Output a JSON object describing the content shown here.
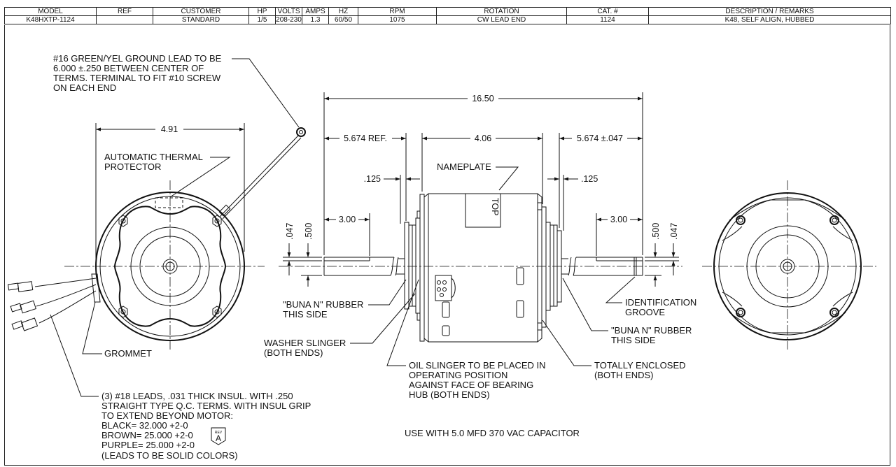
{
  "header": {
    "columns": [
      "MODEL",
      "REF",
      "CUSTOMER",
      "HP",
      "VOLTS",
      "AMPS",
      "HZ",
      "RPM",
      "ROTATION",
      "CAT. #",
      "DESCRIPTION / REMARKS"
    ],
    "values": [
      "K48HXTP-1124",
      "",
      "STANDARD",
      "1/5",
      "208-230",
      "1.3",
      "60/50",
      "1075",
      "CW LEAD END",
      "1124",
      "K48, SELF ALIGN, HUBBED"
    ]
  },
  "notes": {
    "ground_lead": [
      "#16 GREEN/YEL GROUND LEAD TO BE",
      "6.000 ±.250 BETWEEN CENTER OF",
      "TERMS. TERMINAL TO FIT #10 SCREW",
      "ON EACH END"
    ],
    "thermal_protector": [
      "AUTOMATIC THERMAL",
      "PROTECTOR"
    ],
    "nameplate": "NAMEPLATE",
    "top": "TOP",
    "buna_left": [
      "\"BUNA N\" RUBBER",
      "THIS SIDE"
    ],
    "buna_right": [
      "\"BUNA N\" RUBBER",
      "THIS SIDE"
    ],
    "washer_slinger": [
      "WASHER SLINGER",
      "(BOTH ENDS)"
    ],
    "oil_slinger": [
      "OIL SLINGER TO BE PLACED IN",
      "OPERATING POSITION",
      "AGAINST FACE OF BEARING",
      "HUB (BOTH ENDS)"
    ],
    "totally_enclosed": [
      "TOTALLY ENCLOSED",
      "(BOTH ENDS)"
    ],
    "identification_groove": [
      "IDENTIFICATION",
      "GROOVE"
    ],
    "grommet": "GROMMET",
    "leads": [
      "(3) #18 LEADS, .031 THICK INSUL. WITH .250",
      "STRAIGHT TYPE Q.C. TERMS. WITH INSUL GRIP",
      "TO EXTEND BEYOND MOTOR:",
      "BLACK= 32.000 +2-0",
      "BROWN= 25.000 +2-0",
      "PURPLE= 25.000 +2-0",
      "(LEADS TO BE SOLID COLORS)"
    ],
    "capacitor": "USE WITH 5.0 MFD 370 VAC CAPACITOR",
    "rev_label": "REV",
    "rev_letter": "A"
  },
  "dimensions": {
    "overall_length": "16.50",
    "left_shaft_ref": "5.674  REF.",
    "body_length": "4.06",
    "right_shaft": "5.674 ±.047",
    "left_step": ".125",
    "right_step": ".125",
    "left_flat": "3.00",
    "right_flat": "3.00",
    "left_shaft_dia": ".500",
    "left_flat_depth": ".047",
    "right_shaft_dia": ".500",
    "right_flat_depth": ".047",
    "end_view_width": "4.91"
  }
}
